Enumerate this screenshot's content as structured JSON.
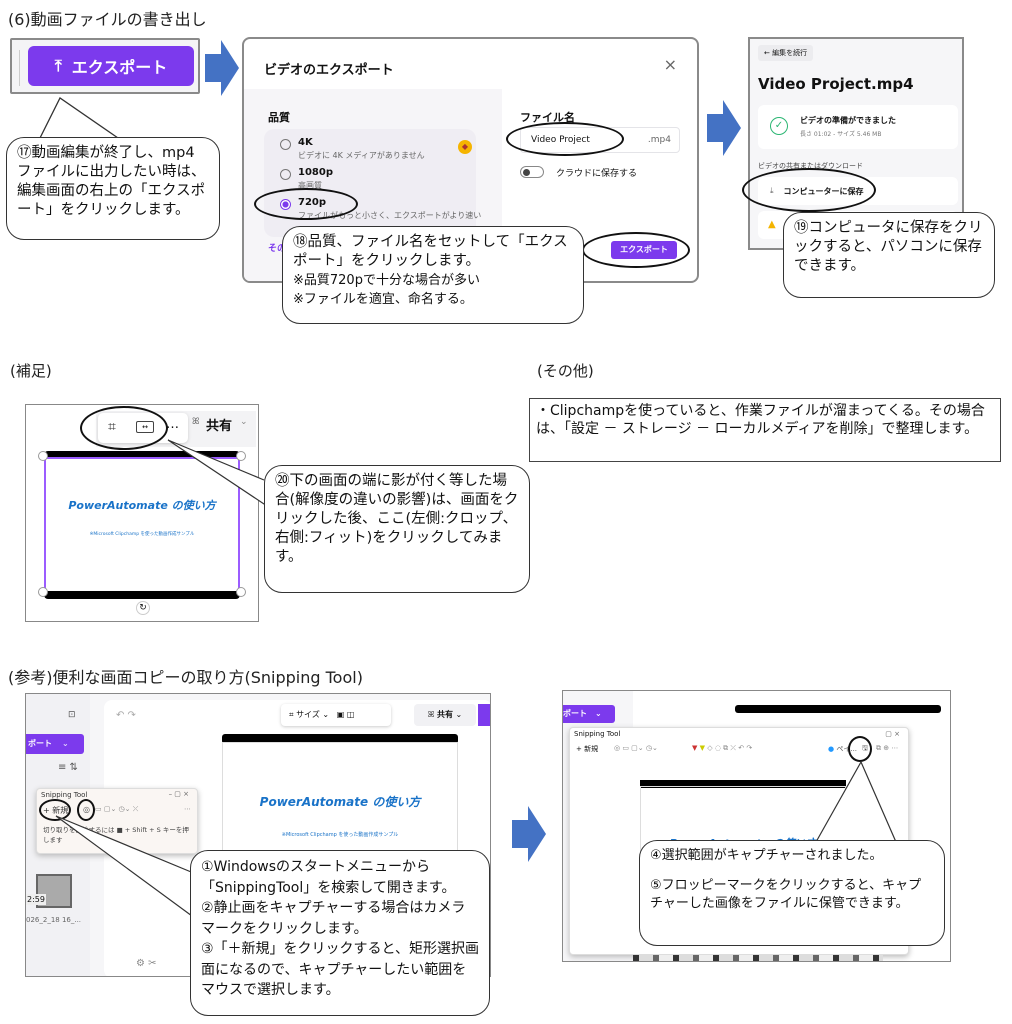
{
  "section6": {
    "title": "(6)動画ファイルの書き出し",
    "export_button_label": "エクスポート",
    "callout17": "⑰動画編集が終了し、mp4ファイルに出力したい時は、編集画面の右上の「エクスポート」をクリックします。",
    "dialog": {
      "title": "ビデオのエクスポート",
      "quality_label": "品質",
      "options": [
        {
          "label": "4K",
          "sub": "ビデオに 4K メディアがありません",
          "selected": false
        },
        {
          "label": "1080p",
          "sub": "高画質",
          "selected": false
        },
        {
          "label": "720p",
          "sub": "ファイルがもっと小さく、エクスポートがより速い",
          "selected": true
        }
      ],
      "more_link": "その",
      "filename_label": "ファイル名",
      "filename_value": "Video Project",
      "extension": ".mp4",
      "cloud_toggle_label": "クラウドに保存する",
      "export_button": "エクスポート"
    },
    "callout18": {
      "line1": "⑱品質、ファイル名をセットして「エクスポート」をクリックします。",
      "line2": "※品質720pで十分な場合が多い",
      "line3": "※ファイルを適宜、命名する。"
    },
    "result": {
      "back_button": "← 編集を続行",
      "filename": "Video Project.mp4",
      "ready_title": "ビデオの準備ができました",
      "ready_sub": "長さ 01:02 - サイズ 5.46 MB",
      "share_label": "ビデオの共有またはダウンロード",
      "save_button": "コンピューターに保存"
    },
    "callout19": "⑲コンピュータに保存をクリックすると、パソコンに保存できます。"
  },
  "supplement": {
    "title": "(補足)",
    "share_label": "共有",
    "slide_title": "PowerAutomate の使い方",
    "slide_sub": "※Microsoft Clipchamp を使った動画作成サンプル",
    "callout20": "⑳下の画面の端に影が付く等した場合(解像度の違いの影響)は、画面をクリックした後、ここ(左側:クロップ、右側:フィット)をクリックしてみます。"
  },
  "other": {
    "title": "(その他)",
    "note": "・Clipchampを使っていると、作業ファイルが溜まってくる。その場合は、「設定 － ストレージ － ローカルメディアを削除」で整理します。"
  },
  "reference": {
    "title": "(参考)便利な画面コピーの取り方(Snipping Tool)",
    "left": {
      "export_label": "ポート",
      "size_label": "サイズ",
      "share_label": "共有",
      "snip_title": "Snipping Tool",
      "new_button": "+ 新規",
      "hint": "切り取りを開始するには ■ + Shift + S キーを押します",
      "time": "2:59",
      "file": "026_2_18 16_...",
      "slide_title": "PowerAutomate の使い方",
      "slide_sub": "※Microsoft Clipchamp を使った動画作成サンプル"
    },
    "callout123": {
      "l1": "①Windowsのスタートメニューから「SnippingTool」を検索して開きます。",
      "l2": "②静止画をキャプチャーする場合はカメラマークをクリックします。",
      "l3": "③「＋新規」をクリックすると、矩形選択画面になるので、キャプチャーしたい範囲をマウスで選択します。"
    },
    "right": {
      "export_label": "ポート",
      "snip_title": "Snipping Tool",
      "new_button": "+ 新規",
      "paint_label": "ペイ...",
      "slide_title": "PowerAutomate の使い方"
    },
    "callout45": {
      "l1": "④選択範囲がキャプチャーされました。",
      "l2": "⑤フロッピーマークをクリックすると、キャプチャーした画像をファイルに保管できます。"
    }
  },
  "colors": {
    "accent": "#7c3aed",
    "arrow": "#4472c4",
    "slide_text": "#1a73c8"
  }
}
